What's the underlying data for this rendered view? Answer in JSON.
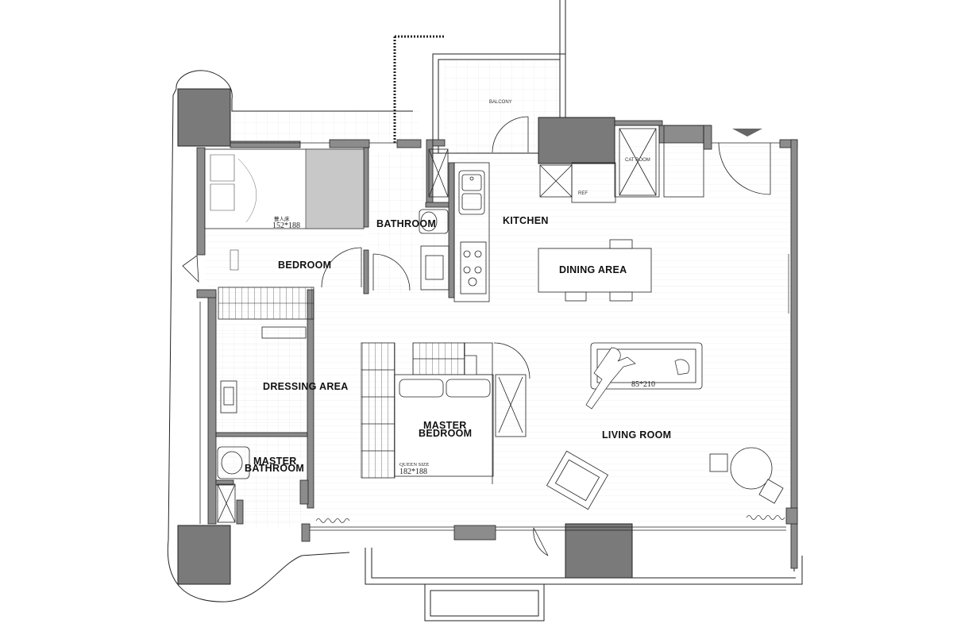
{
  "rooms": {
    "balcony": "BALCONY",
    "cat_room": "CAT ROOM",
    "frige": "REF",
    "kitchen": "KITCHEN",
    "dining_area": "DINING AREA",
    "bathroom": "BATHROOM",
    "bedroom": "BEDROOM",
    "dressing_area": "DRESSING AREA",
    "master_bedroom_line1": "MASTER",
    "master_bedroom_line2": "BEDROOM",
    "master_bathroom_line1": "MASTER",
    "master_bathroom_line2": "BATHROOM",
    "living_room": "LIVING ROOM"
  },
  "furniture": {
    "double_bed_type": "雙人床",
    "double_bed_size": "152*188",
    "queen_bed_type": "QUEEN SIZE",
    "queen_bed_size": "182*188",
    "sofa_size": "85*210"
  },
  "colors": {
    "wall_fill": "#8c8c8c",
    "column_fill": "#777777",
    "line": "#222222",
    "floor_grid": "#dddddd",
    "bed_shade": "#c8c8c8"
  }
}
